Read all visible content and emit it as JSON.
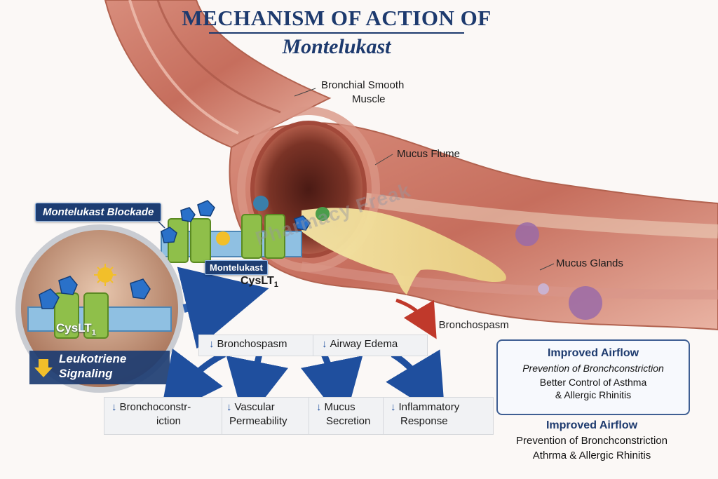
{
  "title": {
    "line1": "MECHANISM OF ACTION OF",
    "line2": "Montelukast"
  },
  "labels": {
    "bronchial_smooth_muscle_1": "Bronchial Smooth",
    "bronchial_smooth_muscle_2": "Muscle",
    "mucus_flume": "Mucus Flume",
    "mucus_glands": "Mucus Glands",
    "bronchospasm_arrow": "Bronchospasm",
    "montelukast_blockade": "Montelukast Blockade",
    "montelukast": "Montelukast",
    "cyslt1_receptor": "CysLT",
    "cyslt1_sub": "1",
    "inset_receptor": "CysLT",
    "inset_receptor_sub": "1",
    "leukotriene_1": "Leukotriene",
    "leukotriene_2": "Signaling",
    "watermark": "Pharmacy Freak"
  },
  "effects_top": [
    {
      "label": "Bronchospasm",
      "arrow": "down"
    },
    {
      "label": "Airway Edema",
      "arrow": "down"
    }
  ],
  "effects_bottom": [
    {
      "line1": "Bronchoconstr-",
      "line2": "iction",
      "arrow": "down"
    },
    {
      "line1": "Vascular",
      "line2": "Permeability",
      "arrow": "down"
    },
    {
      "line1": "Mucus",
      "line2": "Secretion",
      "arrow": "down"
    },
    {
      "line1": "Inflammatory",
      "line2": "Response",
      "arrow": "down"
    }
  ],
  "outcome_panel": {
    "heading": "Improved Airflow",
    "line1": "Prevention of Bronchconstriction",
    "line2": "Better Control of Asthma",
    "line3": "& Allergic Rhinitis"
  },
  "outcome_secondary": {
    "heading": "Improved Airflow",
    "line1": "Prevention of Bronchconstriction",
    "line2": "Athrma & Allergic Rhinitis"
  },
  "colors": {
    "title_navy": "#1d3a6e",
    "badge_navy": "#1d3d72",
    "arrow_blue": "#1f4f9e",
    "bronchospasm_red": "#c0392b",
    "airway_pink": "#e8a295",
    "mucus_yellow": "#f2e3a3"
  }
}
